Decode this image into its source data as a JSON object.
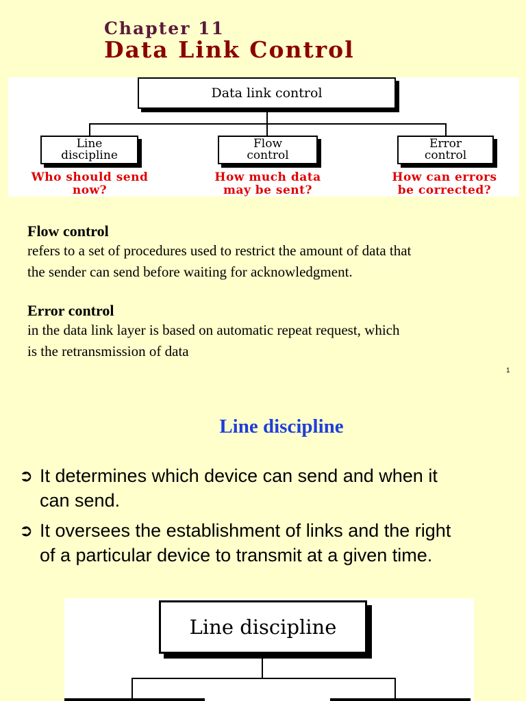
{
  "slide1": {
    "chapter": "Chapter 11",
    "title": "Data Link Control",
    "diagram": {
      "root": "Data link control",
      "children": [
        {
          "label_line1": "Line",
          "label_line2": "discipline",
          "question_line1": "Who should send",
          "question_line2": "now?"
        },
        {
          "label_line1": "Flow",
          "label_line2": "control",
          "question_line1": "How much data",
          "question_line2": "may be sent?"
        },
        {
          "label_line1": "Error",
          "label_line2": "control",
          "question_line1": "How can errors",
          "question_line2": "be corrected?"
        }
      ]
    },
    "definitions": [
      {
        "term": "Flow control",
        "text_line1": "refers to a set of procedures used to restrict the amount of data that",
        "text_line2": "the sender can send before waiting for acknowledgment."
      },
      {
        "term": "Error control",
        "text_line1": "in the data link layer is based on automatic repeat request, which",
        "text_line2": "is the retransmission of data"
      }
    ],
    "page_number": "1"
  },
  "slide2": {
    "title": "Line discipline",
    "bullets": [
      {
        "line1": "It determines which device can send and when it",
        "line2": "can send."
      },
      {
        "line1": "It oversees the establishment of links and the right",
        "line2": "of a particular device to transmit at a given time."
      }
    ],
    "diagram": {
      "root": "Line discipline"
    },
    "bullet_icon": "arrow-bullet-icon"
  },
  "colors": {
    "background": "#ffffcc",
    "title": "#8b0000",
    "question": "#e00000",
    "slide2_title": "#1f3fd6"
  }
}
